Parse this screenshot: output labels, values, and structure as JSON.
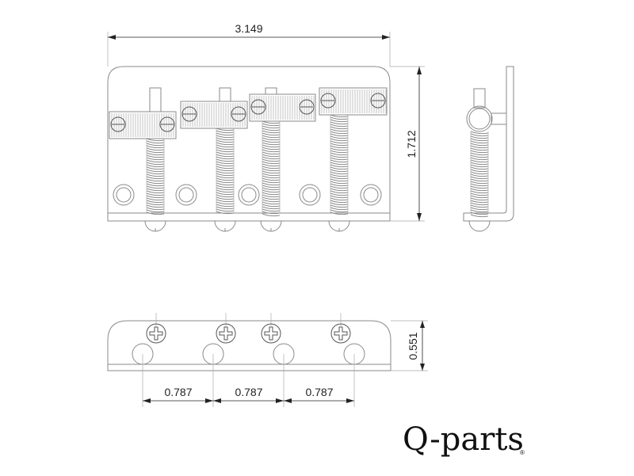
{
  "title": "Q-parts bass bridge technical drawing",
  "dimensions": {
    "overall_width": "3.149",
    "overall_height": "1.712",
    "base_height": "0.551",
    "string_spacing": [
      "0.787",
      "0.787",
      "0.787"
    ]
  },
  "logo": {
    "text": "Q-parts",
    "registered": "®"
  },
  "colors": {
    "line": "#8a8a8a",
    "dimension": "#222222"
  }
}
